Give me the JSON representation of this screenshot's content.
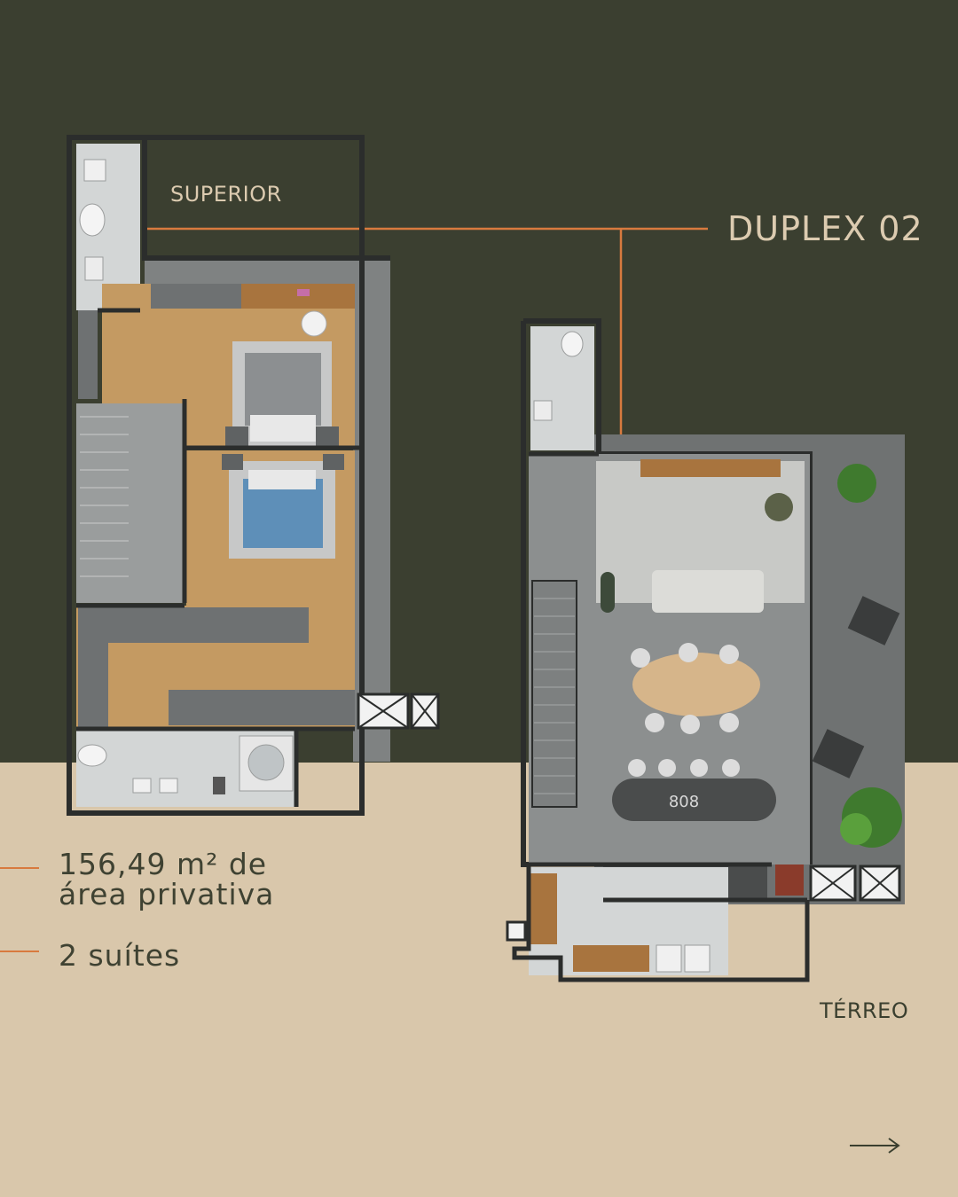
{
  "colors": {
    "top_background": "#3b3f30",
    "bottom_background": "#d9c7ab",
    "accent_line": "#d87a3e",
    "wood_floor": "#c49a62",
    "concrete_floor": "#8c8f8f",
    "wall": "#2b2d2c"
  },
  "labels": {
    "superior": "SUPERIOR",
    "title": "DUPLEX 02",
    "terreo": "TÉRREO"
  },
  "specs": {
    "area_line1": "156,49 m² de",
    "area_line2": "área privativa",
    "suites": "2 suítes"
  },
  "navigation": {
    "next_icon": "arrow-right-icon"
  },
  "stove_label": "808"
}
